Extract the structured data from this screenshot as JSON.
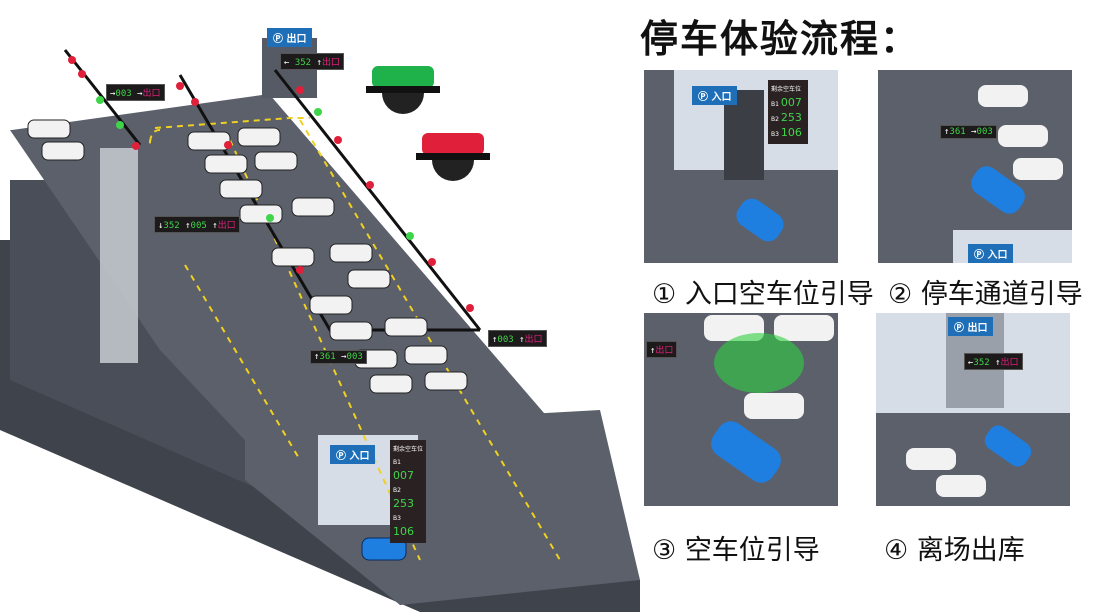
{
  "title": "停车体验流程：",
  "main_illustration": {
    "exit_sign": "Ⓟ 出口",
    "entrance_sign": "Ⓟ 入口",
    "signs": [
      {
        "count1": "352",
        "count2": "",
        "exit": "出口",
        "arrow1": "←",
        "arrow2": "↑"
      },
      {
        "count1": "003",
        "exit": "出口",
        "arrow1": "→",
        "arrow2": "→"
      },
      {
        "count1": "352",
        "count2": "005",
        "exit": "出口"
      },
      {
        "count1": "003",
        "exit": "出口"
      },
      {
        "count1": "361",
        "count2": "003"
      }
    ],
    "board": {
      "heading": "剩余空车位",
      "rows": [
        {
          "level": "B1",
          "count": "007"
        },
        {
          "level": "B2",
          "count": "253"
        },
        {
          "level": "B3",
          "count": "106"
        }
      ]
    }
  },
  "steps": [
    {
      "number": "①",
      "label": "入口空车位引导"
    },
    {
      "number": "②",
      "label": "停车通道引导"
    },
    {
      "number": "③",
      "label": "空车位引导"
    },
    {
      "number": "④",
      "label": "离场出库"
    }
  ],
  "panel_text": {
    "entrance": "Ⓟ 入口",
    "exit": "Ⓟ 出口",
    "board_heading": "剩余空车位",
    "sign_361": "361",
    "sign_003": "003",
    "exit_word": "出口",
    "sign_352": "352"
  },
  "colors": {
    "floor": "#5b606b",
    "sign_blue": "#1e6fb8",
    "led_green": "#3fd54a",
    "led_red": "#e0203a",
    "car_blue": "#1f7fe0"
  }
}
